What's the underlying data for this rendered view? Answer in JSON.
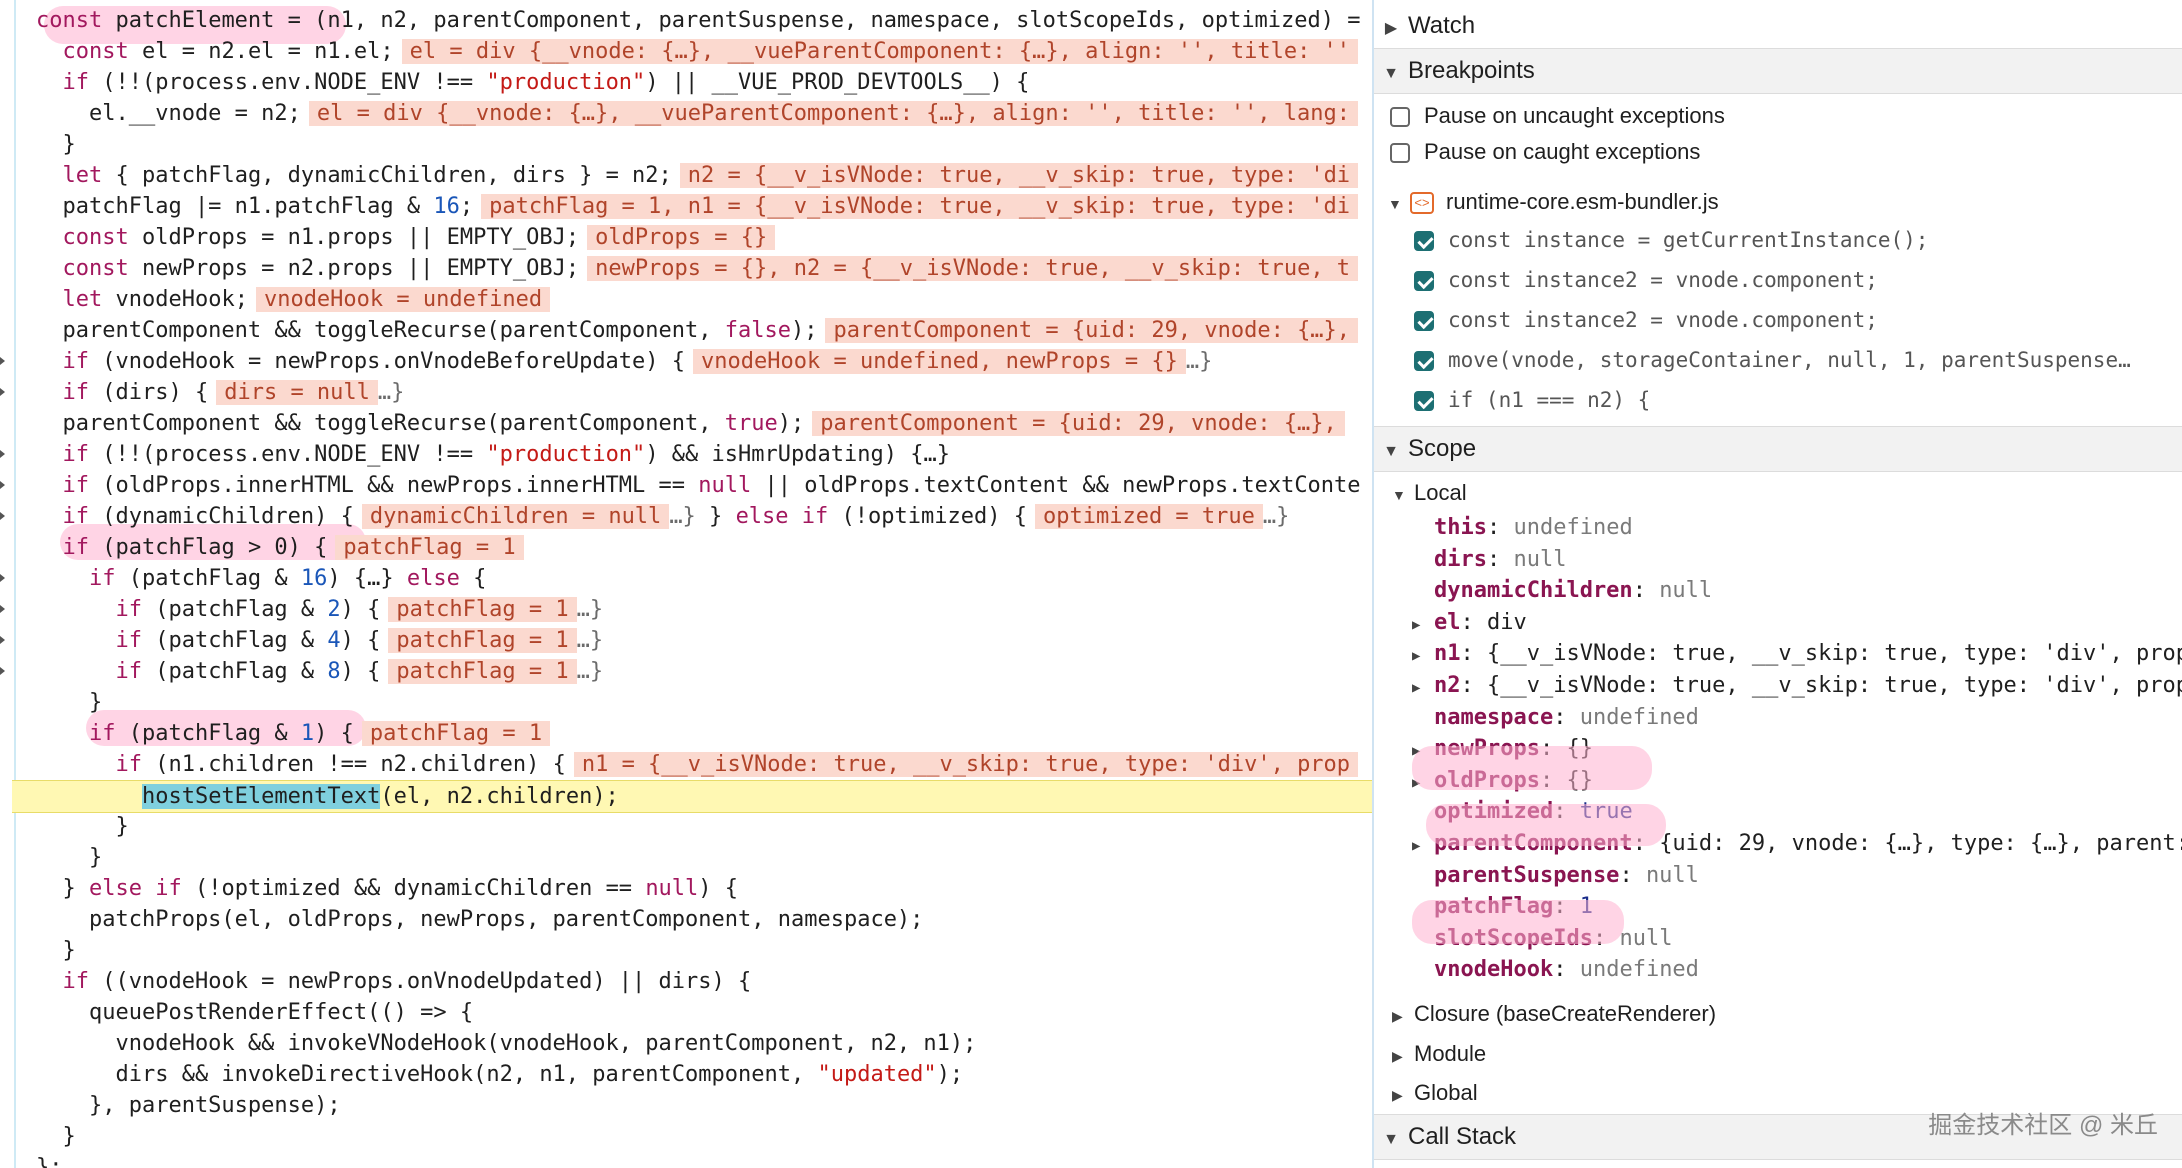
{
  "editor": {
    "lines": [
      [
        "const patchElement = (n1, n2, parentComponent, parentSuspense, namespace, slotScopeIds, optimized) =",
        ""
      ],
      [
        "  const el = n2.el = n1.el;",
        "el = div {__vnode: {…}, __vueParentComponent: {…}, align: '', title: ''"
      ],
      [
        "  if (!!(process.env.NODE_ENV !== \"production\") || __VUE_PROD_DEVTOOLS__) {",
        ""
      ],
      [
        "    el.__vnode = n2;",
        "el = div {__vnode: {…}, __vueParentComponent: {…}, align: '', title: '', lang:"
      ],
      [
        "  }",
        ""
      ],
      [
        "  let { patchFlag, dynamicChildren, dirs } = n2;",
        "n2 = {__v_isVNode: true, __v_skip: true, type: 'di"
      ],
      [
        "  patchFlag |= n1.patchFlag & 16;",
        "patchFlag = 1, n1 = {__v_isVNode: true, __v_skip: true, type: 'di"
      ],
      [
        "  const oldProps = n1.props || EMPTY_OBJ;",
        "oldProps = {}"
      ],
      [
        "  const newProps = n2.props || EMPTY_OBJ;",
        "newProps = {}, n2 = {__v_isVNode: true, __v_skip: true, t"
      ],
      [
        "  let vnodeHook;",
        "vnodeHook = undefined"
      ],
      [
        "  parentComponent && toggleRecurse(parentComponent, false);",
        "parentComponent = {uid: 29, vnode: {…},"
      ],
      [
        "  if (vnodeHook = newProps.onVnodeBeforeUpdate) {",
        "vnodeHook = undefined, newProps = {}"
      ],
      [
        "  if (dirs) {",
        "dirs = null"
      ],
      [
        "  parentComponent && toggleRecurse(parentComponent, true);",
        "parentComponent = {uid: 29, vnode: {…},"
      ],
      [
        "  if (!!(process.env.NODE_ENV !== \"production\") && isHmrUpdating) {…}",
        ""
      ],
      [
        "  if (oldProps.innerHTML && newProps.innerHTML == null || oldProps.textContent && newProps.textConte",
        ""
      ],
      [
        "  if (dynamicChildren) {",
        "dynamicChildren = null"
      ],
      [
        "  if (patchFlag > 0) {",
        "patchFlag = 1"
      ],
      [
        "    if (patchFlag & 16) {…} else {",
        ""
      ],
      [
        "      if (patchFlag & 2) {",
        "patchFlag = 1"
      ],
      [
        "      if (patchFlag & 4) {",
        "patchFlag = 1"
      ],
      [
        "      if (patchFlag & 8) {",
        "patchFlag = 1"
      ],
      [
        "    }",
        ""
      ],
      [
        "    if (patchFlag & 1) {",
        "patchFlag = 1"
      ],
      [
        "      if (n1.children !== n2.children) {",
        "n1 = {__v_isVNode: true, __v_skip: true, type: 'div', prop"
      ],
      [
        "        hostSetElementText(el, n2.children);",
        ""
      ],
      [
        "      }",
        ""
      ],
      [
        "    }",
        ""
      ],
      [
        "  } else if (!optimized && dynamicChildren == null) {",
        ""
      ],
      [
        "    patchProps(el, oldProps, newProps, parentComponent, namespace);",
        ""
      ],
      [
        "  }",
        ""
      ],
      [
        "  if ((vnodeHook = newProps.onVnodeUpdated) || dirs) {",
        ""
      ],
      [
        "    queuePostRenderEffect(() => {",
        ""
      ],
      [
        "      vnodeHook && invokeVNodeHook(vnodeHook, parentComponent, n2, n1);",
        ""
      ],
      [
        "      dirs && invokeDirectiveHook(n2, n1, parentComponent, \"updated\");",
        ""
      ],
      [
        "    }, parentSuspense);",
        ""
      ],
      [
        "  }",
        ""
      ],
      [
        "};",
        ""
      ]
    ],
    "fold_marker": "…}",
    "else_if_tail": "} else if (!optimized) {",
    "optimized_inline": "optimized = true"
  },
  "sidebar": {
    "watch_label": "Watch",
    "breakpoints_label": "Breakpoints",
    "pause_uncaught": "Pause on uncaught exceptions",
    "pause_caught": "Pause on caught exceptions",
    "file_name": "runtime-core.esm-bundler.js",
    "file_icon": "<>",
    "breakpoint_items": [
      "const instance = getCurrentInstance();",
      "const instance2 = vnode.component;",
      "const instance2 = vnode.component;",
      "move(vnode, storageContainer, null, 1, parentSuspense…",
      "if (n1 === n2) {"
    ],
    "scope_label": "Scope",
    "local_label": "Local",
    "scope_vars": [
      {
        "key": "this",
        "val": "undefined",
        "kind": "null",
        "expand": false
      },
      {
        "key": "dirs",
        "val": "null",
        "kind": "null",
        "expand": false
      },
      {
        "key": "dynamicChildren",
        "val": "null",
        "kind": "null",
        "expand": false
      },
      {
        "key": "el",
        "val": "div",
        "kind": "plain",
        "expand": true
      },
      {
        "key": "n1",
        "val": "{__v_isVNode: true, __v_skip: true, type: 'div', prop",
        "kind": "plain",
        "expand": true
      },
      {
        "key": "n2",
        "val": "{__v_isVNode: true, __v_skip: true, type: 'div', prop",
        "kind": "plain",
        "expand": true
      },
      {
        "key": "namespace",
        "val": "undefined",
        "kind": "null",
        "expand": false
      },
      {
        "key": "newProps",
        "val": "{}",
        "kind": "plain",
        "expand": true
      },
      {
        "key": "oldProps",
        "val": "{}",
        "kind": "plain",
        "expand": true
      },
      {
        "key": "optimized",
        "val": "true",
        "kind": "true",
        "expand": false
      },
      {
        "key": "parentComponent",
        "val": "{uid: 29, vnode: {…}, type: {…}, parent:",
        "kind": "plain",
        "expand": true
      },
      {
        "key": "parentSuspense",
        "val": "null",
        "kind": "null",
        "expand": false
      },
      {
        "key": "patchFlag",
        "val": "1",
        "kind": "num",
        "expand": false
      },
      {
        "key": "slotScopeIds",
        "val": "null",
        "kind": "null",
        "expand": false
      },
      {
        "key": "vnodeHook",
        "val": "undefined",
        "kind": "null",
        "expand": false
      }
    ],
    "closure_label": "Closure (baseCreateRenderer)",
    "module_label": "Module",
    "global_label": "Global",
    "callstack_label": "Call Stack"
  },
  "watermark": "掘金技术社区 @ 米丘"
}
